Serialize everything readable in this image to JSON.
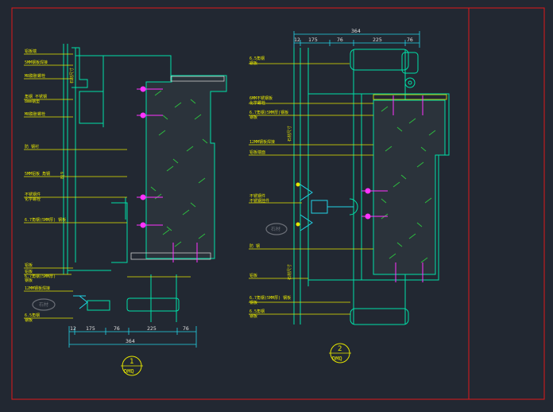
{
  "colors": {
    "background": "#222832",
    "frame": "#e0171b",
    "leader": "#e6e600",
    "outline": "#00e0a8",
    "dim": "#22d3e6",
    "hatch": "#2ecc40",
    "anchor": "#ff33ff",
    "section": "#c8c8c8"
  },
  "section1": {
    "id": "1",
    "code": "DMQ",
    "total": "364",
    "parts": [
      "12",
      "175",
      "76",
      "225",
      "76"
    ],
    "labels": [
      "铝板端",
      "5MM钢板焊接",
      "M8膨胀螺栓",
      "角钢 不锈钢",
      "8mm钢垫",
      "M8膨胀螺栓",
      "防 钢衬",
      "5MM铝板 角钢",
      "不锈钢件",
      "化学螺栓",
      "6.7角钢(5MM厚) 钢板",
      "铝板",
      "铝板",
      "6.7角钢(5MM厚)",
      "钢板",
      "12MM钢板焊接",
      "6.5角钢",
      "钢板"
    ],
    "vertical_note": "石材尺寸",
    "side_note": "8|9",
    "stamp": "石材"
  },
  "section2": {
    "id": "2",
    "code": "DMQ",
    "total": "364",
    "parts": [
      "12",
      "175",
      "76",
      "225",
      "76"
    ],
    "labels": [
      "6.5角钢",
      "钢板",
      "6MM不锈钢板",
      "化学螺栓",
      "6.7角钢(5MM厚)钢板",
      "钢板",
      "12MM钢板焊接",
      "铝板端面",
      "不锈钢件",
      "不锈钢挂件",
      "防 钢",
      "铝板",
      "6.7角钢(5MM厚) 钢板",
      "钢板",
      "6.5角钢",
      "钢板"
    ],
    "vertical_note_top": "石材尺寸",
    "vertical_note_bottom": "石材尺寸",
    "stamp": "石材"
  }
}
